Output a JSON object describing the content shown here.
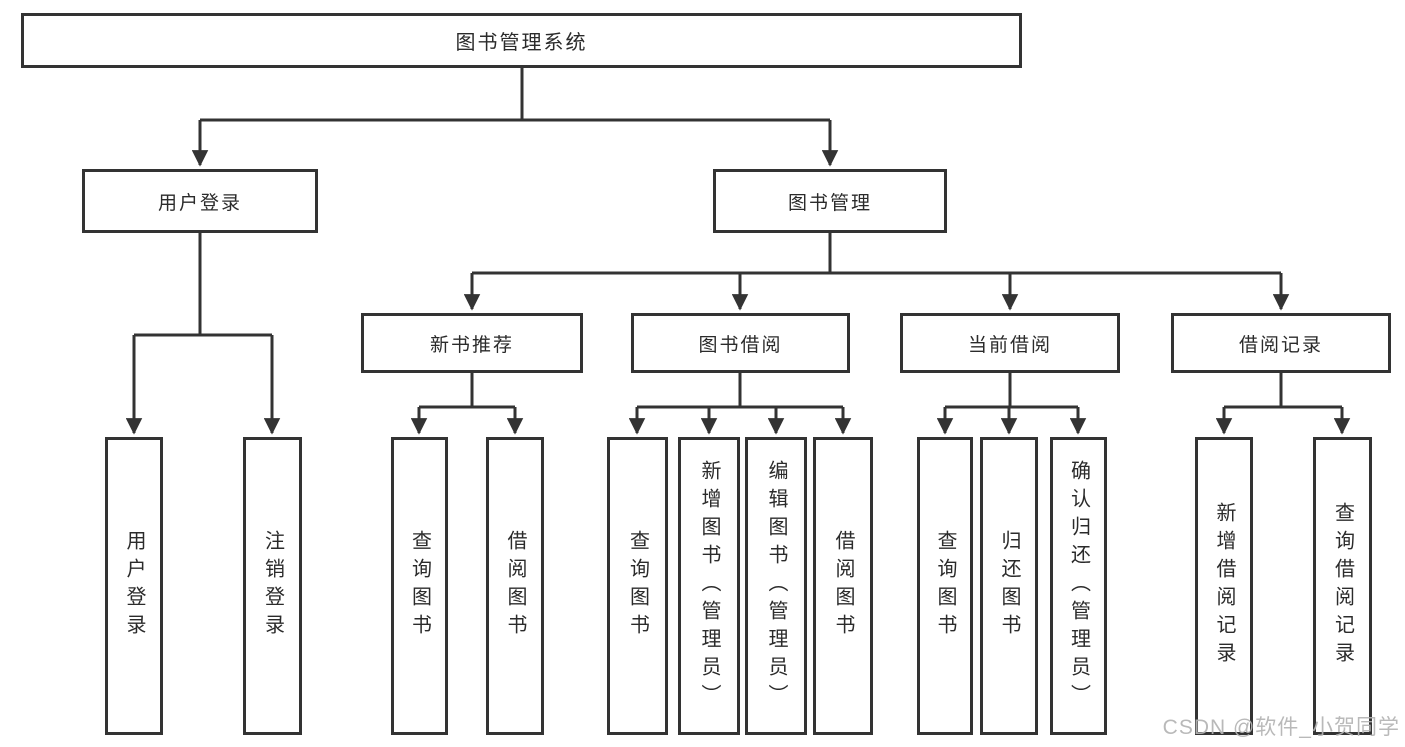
{
  "diagram": {
    "tree": {
      "label": "图书管理系统",
      "children": [
        {
          "label": "用户登录",
          "children": [
            {
              "label": "用户登录"
            },
            {
              "label": "注销登录"
            }
          ]
        },
        {
          "label": "图书管理",
          "children": [
            {
              "label": "新书推荐",
              "children": [
                {
                  "label": "查询图书"
                },
                {
                  "label": "借阅图书"
                }
              ]
            },
            {
              "label": "图书借阅",
              "children": [
                {
                  "label": "查询图书"
                },
                {
                  "label": "新增图书（管理员）"
                },
                {
                  "label": "编辑图书（管理员）"
                },
                {
                  "label": "借阅图书"
                }
              ]
            },
            {
              "label": "当前借阅",
              "children": [
                {
                  "label": "查询图书"
                },
                {
                  "label": "归还图书"
                },
                {
                  "label": "确认归还（管理员）"
                }
              ]
            },
            {
              "label": "借阅记录",
              "children": [
                {
                  "label": "新增借阅记录"
                },
                {
                  "label": "查询借阅记录"
                }
              ]
            }
          ]
        }
      ]
    },
    "colors": {
      "line": "#333333",
      "text": "#2b2b2b",
      "background": "#ffffff",
      "watermark": "#b4b4b4"
    }
  },
  "watermark": {
    "text": "CSDN @软件_小贺同学"
  }
}
